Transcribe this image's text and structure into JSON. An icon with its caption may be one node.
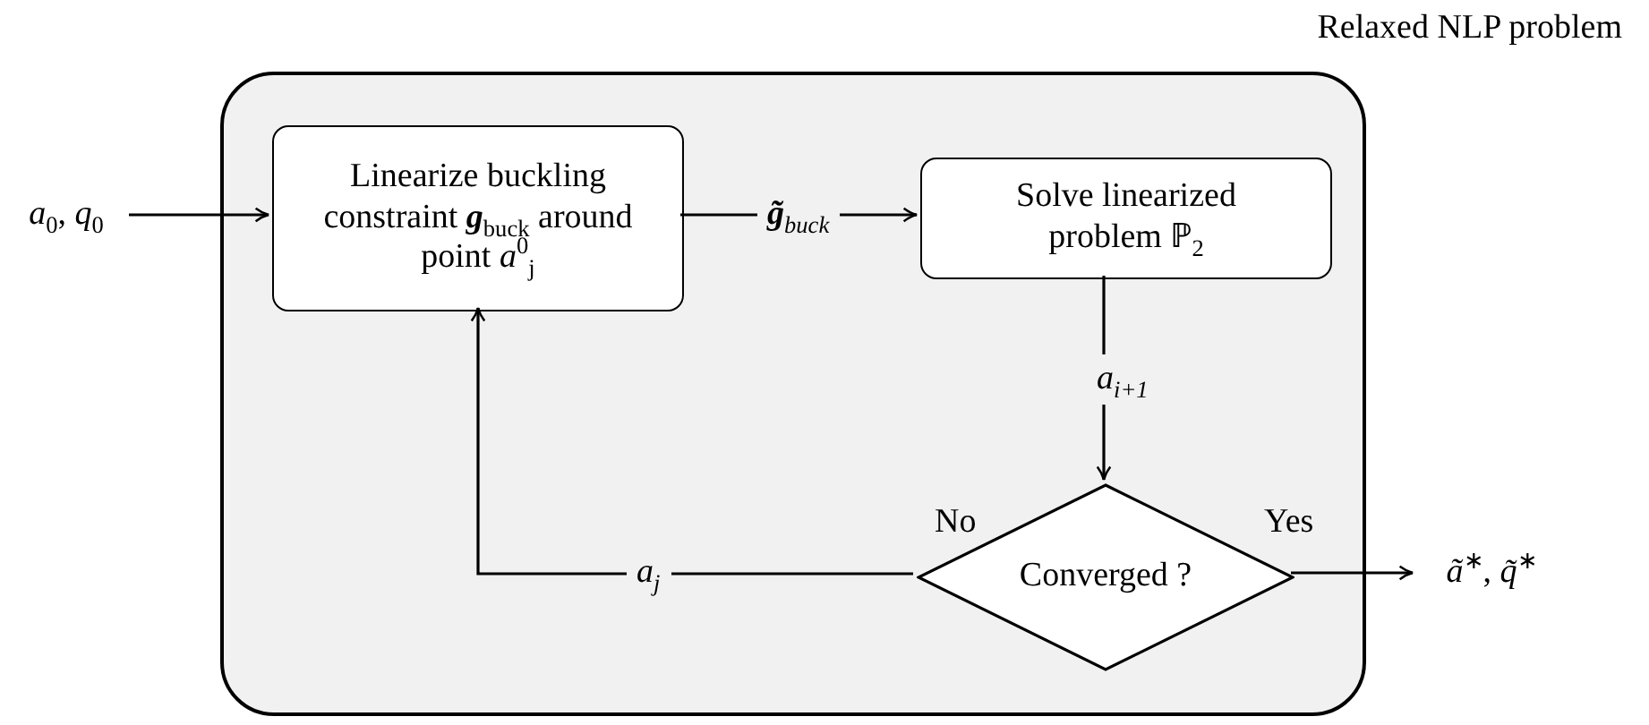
{
  "diagram": {
    "nodes": [
      {
        "text": [
          "Relaxed NLP problem"
        ]
      },
      {
        "text": [
          "Linearize buckling constraint **g**$_{buck}$ around point *a*$^{0}$$_{j}$"
        ],
        "in": 0
      },
      {
        "text": [
          "Solve linearized problem ℙ$_{2}$"
        ],
        "in": 0
      },
      {
        "text": [
          "Converged ?"
        ],
        "in": 0
      },
      {
        "text": [
          "*a*$_{0}$, *q*$_{0}$"
        ]
      },
      {
        "text": [
          "*ã*$^{∗}$, *q̃*$^{∗}$"
        ]
      }
    ],
    "edges": [
      {
        "from": 4,
        "to": 1,
        "arrow": "to"
      },
      {
        "from": 1,
        "to": 2,
        "arrow": "to",
        "label": "**g̃**$_{buck}$"
      },
      {
        "from": 2,
        "to": 3,
        "arrow": "to",
        "label": "*a*$_{i+1}$"
      },
      {
        "from": 3,
        "to": 1,
        "arrow": "to",
        "label": "*a*$_{j}$"
      },
      {
        "from": 3,
        "to": 5,
        "arrow": "to"
      }
    ],
    "labels": [
      "No",
      "Yes"
    ]
  }
}
